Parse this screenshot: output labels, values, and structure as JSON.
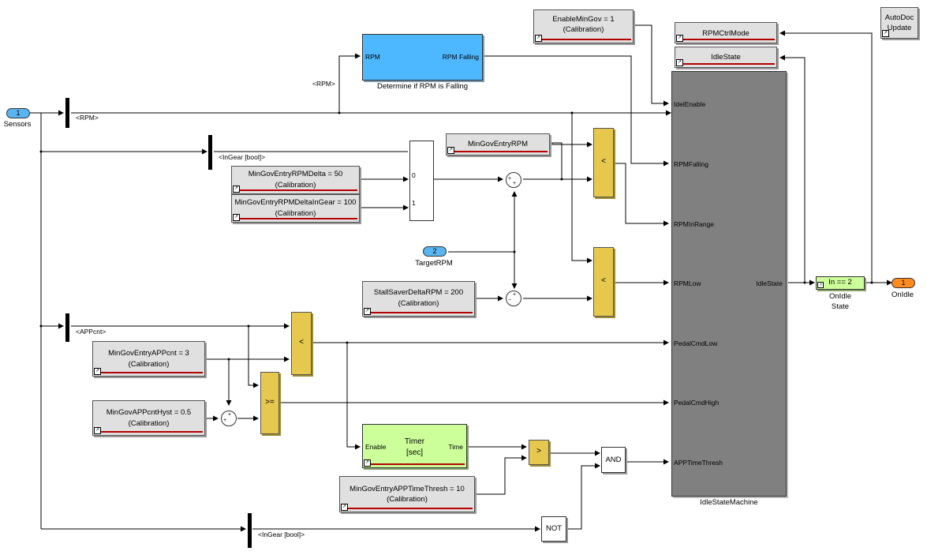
{
  "inports": {
    "sensors": {
      "num": "1",
      "label": "Sensors"
    },
    "target_rpm": {
      "num": "2",
      "label": "TargetRPM"
    }
  },
  "outports": {
    "on_idle": {
      "num": "1",
      "label": "OnIdle"
    }
  },
  "signals": {
    "rpm": "<RPM>",
    "rpm_upper": "<RPM>",
    "in_gear": "<InGear [bool]>",
    "app_cnt": "<APPcnt>",
    "in_gear_2": "<InGear [bool]>"
  },
  "rpm_falling_block": {
    "in_port": "RPM",
    "out_port": "RPM Falling",
    "caption": "Determine if RPM is Falling",
    "fill": "#4db8ff"
  },
  "calibrations": {
    "enable_min_gov": {
      "line1": "EnableMinGov = 1",
      "line2": "(Calibration)"
    },
    "rpm_ctrl_mode": {
      "line1": "RPMCtrlMode"
    },
    "idle_state_store": {
      "line1": "IdleState"
    },
    "min_gov_entry_rpm": {
      "line1": "MinGovEntryRPM"
    },
    "min_gov_entry_rpm_delta": {
      "line1": "MinGovEntryRPMDelta = 50",
      "line2": "(Calibration)"
    },
    "min_gov_entry_rpm_delta_in_gear": {
      "line1": "MinGovEntryRPMDeltaInGear = 100",
      "line2": "(Calibration)"
    },
    "stall_saver_delta_rpm": {
      "line1": "StallSaverDeltaRPM = 200",
      "line2": "(Calibration)"
    },
    "min_gov_entry_app_cnt": {
      "line1": "MinGovEntryAPPcnt = 3",
      "line2": "(Calibration)"
    },
    "min_gov_app_cnt_hyst": {
      "line1": "MinGovAPPcntHyst = 0.5",
      "line2": "(Calibration)"
    },
    "min_gov_entry_app_time_thresh": {
      "line1": "MinGovEntryAPPTimeThresh = 10",
      "line2": "(Calibration)"
    }
  },
  "autodoc": {
    "line1": "AutoDoc",
    "line2": "Update"
  },
  "switch_ports": {
    "p0": "0",
    "p1": "1"
  },
  "operators": {
    "lt_rpm_range": "<",
    "lt_rpm_low": "<",
    "lt_app": "<",
    "ge_app": ">=",
    "gt_timer": ">",
    "and_block": "AND",
    "not_block": "NOT"
  },
  "timer_block": {
    "enable": "Enable",
    "title_line1": "Timer",
    "title_line2": "[sec]",
    "out": "Time",
    "fill": "#ccff99"
  },
  "state_machine": {
    "caption": "IdleStateMachine",
    "fill": "#808080",
    "inputs": [
      "IdelEnable",
      "RPMFalling",
      "RPMInRange",
      "RPMLow",
      "PedalCmdLow",
      "PedalCmdHigh",
      "APPTimeThresh"
    ],
    "output": "IdleState"
  },
  "compare_block": {
    "text": "In == 2",
    "caption_line1": "OnIdle",
    "caption_line2": "State",
    "fill": "#ccff99"
  }
}
